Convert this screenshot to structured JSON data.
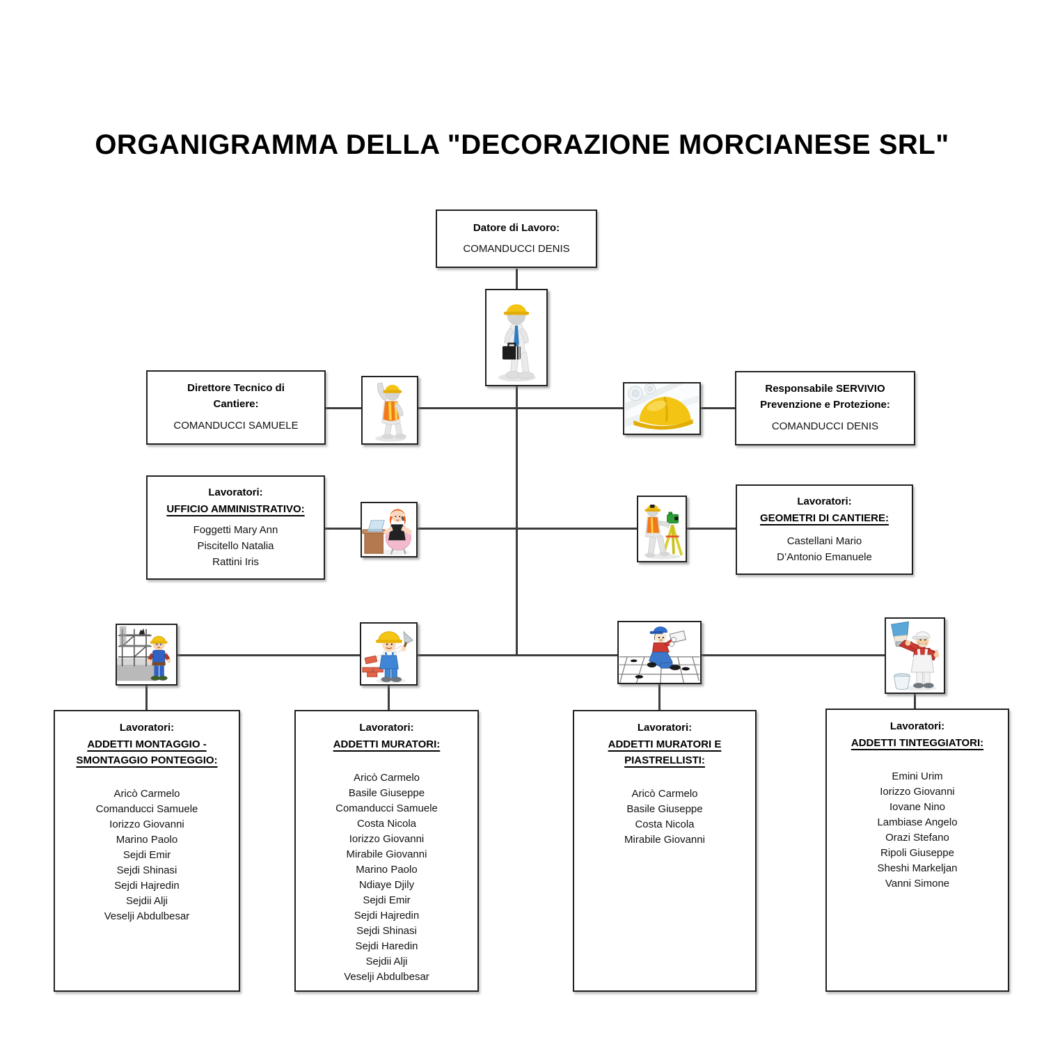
{
  "title": "ORGANIGRAMMA DELLA \"DECORAZIONE MORCIANESE SRL\"",
  "colors": {
    "connector_line": "#3d3d3d",
    "box_border": "#212121",
    "helmet_yellow": "#f3c414"
  },
  "nodes": {
    "datore": {
      "heading": "Datore di Lavoro:",
      "person": "COMANDUCCI DENIS"
    },
    "direttore": {
      "heading": "Direttore Tecnico di Cantiere:",
      "person": "COMANDUCCI SAMUELE"
    },
    "responsabile": {
      "heading": "Responsabile SERVIVIO Prevenzione e Protezione:",
      "person": "COMANDUCCI DENIS"
    },
    "ufficio": {
      "label": "Lavoratori:",
      "heading": "UFFICIO AMMINISTRATIVO:",
      "members": [
        "Foggetti Mary Ann",
        "Piscitello Natalia",
        "Rattini Iris"
      ]
    },
    "geometri": {
      "label": "Lavoratori:",
      "heading": "GEOMETRI DI CANTIERE:",
      "members": [
        "Castellani Mario",
        "D’Antonio Emanuele"
      ]
    }
  },
  "groups": [
    {
      "label": "Lavoratori:",
      "heading": "ADDETTI MONTAGGIO - SMONTAGGIO PONTEGGIO:",
      "members": [
        "Aricò Carmelo",
        "Comanducci Samuele",
        "Iorizzo Giovanni",
        "Marino Paolo",
        "Sejdi Emir",
        "Sejdi Shinasi",
        "Sejdi Hajredin",
        "Sejdii Alji",
        "Veselji Abdulbesar"
      ]
    },
    {
      "label": "Lavoratori:",
      "heading": "ADDETTI MURATORI:",
      "members": [
        "Aricò Carmelo",
        "Basile Giuseppe",
        "Comanducci Samuele",
        "Costa Nicola",
        "Iorizzo Giovanni",
        "Mirabile Giovanni",
        "Marino Paolo",
        "Ndiaye Djily",
        "Sejdi Emir",
        "Sejdi Hajredin",
        "Sejdi Shinasi",
        "Sejdi Haredin",
        "Sejdii Alji",
        "Veselji Abdulbesar"
      ]
    },
    {
      "label": "Lavoratori:",
      "heading": "ADDETTI MURATORI E PIASTRELLISTI:",
      "members": [
        "Aricò Carmelo",
        "Basile Giuseppe",
        "Costa Nicola",
        "Mirabile Giovanni"
      ]
    },
    {
      "label": "Lavoratori:",
      "heading": "ADDETTI TINTEGGIATORI:",
      "members": [
        "Emini Urim",
        "Iorizzo Giovanni",
        "Iovane Nino",
        "Lambiase Angelo",
        "Orazi Stefano",
        "Ripoli Giuseppe",
        "Sheshi Markeljan",
        "Vanni Simone"
      ]
    }
  ],
  "icons": {
    "datore_figure": "worker-with-briefcase",
    "direttore_figure": "waving-safety-worker",
    "responsabile_figure": "hardhat-on-blueprints",
    "ufficio_figure": "secretary-at-desk",
    "geometri_figure": "surveyor-with-theodolite",
    "group1_figure": "scaffold-worker",
    "group2_figure": "bricklayer-with-trowel",
    "group3_figure": "tile-layer",
    "group4_figure": "painter-with-brush"
  }
}
